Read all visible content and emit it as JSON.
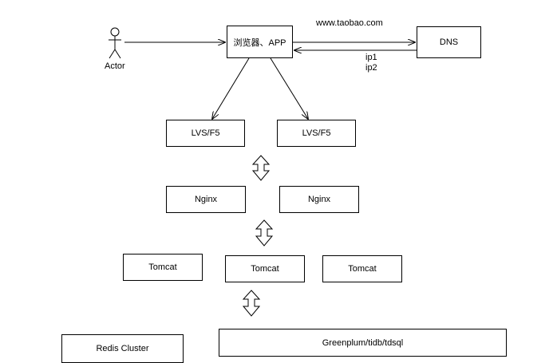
{
  "actor": {
    "label": "Actor"
  },
  "client": {
    "label": "浏览器、APP"
  },
  "dns": {
    "label": "DNS",
    "request_label": "www.taobao.com",
    "response_labels": [
      "ip1",
      "ip2"
    ]
  },
  "lb": [
    {
      "label": "LVS/F5"
    },
    {
      "label": "LVS/F5"
    }
  ],
  "nginx": [
    {
      "label": "Nginx"
    },
    {
      "label": "Nginx"
    }
  ],
  "tomcat": [
    {
      "label": "Tomcat"
    },
    {
      "label": "Tomcat"
    },
    {
      "label": "Tomcat"
    }
  ],
  "cache": {
    "label": "Redis Cluster"
  },
  "db": {
    "label": "Greenplum/tidb/tdsql"
  }
}
